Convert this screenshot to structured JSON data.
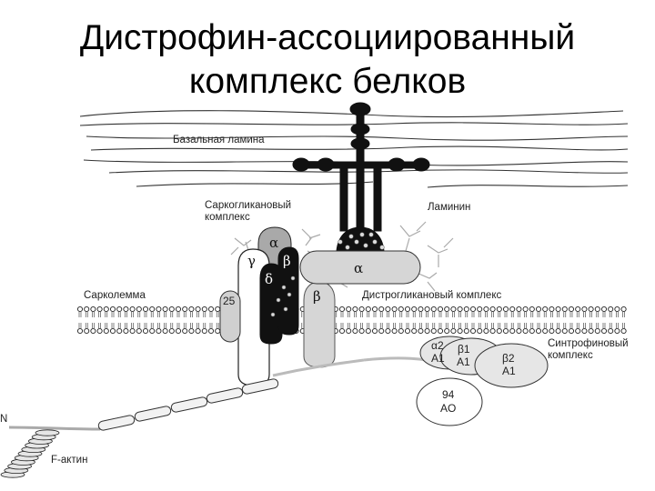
{
  "title": {
    "line1": "Дистрофин-ассоциированный",
    "line2": "комплекс белков"
  },
  "labels": {
    "basal_lamina": "Базальная ламина",
    "sarcoglycan_line1": "Саркогликановый",
    "sarcoglycan_line2": "комплекс",
    "laminin": "Ламинин",
    "sarcolemma": "Сарколемма",
    "dystroglycan_complex": "Дистрогликановый комплекс",
    "syntrophin_line1": "Синтрофиновый",
    "syntrophin_line2": "комплекс",
    "f_actin": "F-актин",
    "n_terminus": "N"
  },
  "proteins": {
    "alpha_dg": "α",
    "beta_dg": "β",
    "sg_alpha": "α",
    "sg_beta": "β",
    "sg_gamma": "γ",
    "sg_delta": "δ",
    "sarcospan": "25",
    "syn_a1_top": "α2",
    "syn_a1_bottom": "A1",
    "syn_b1_top": "β1",
    "syn_b1_bottom": "A1",
    "syn_b2_top": "β2",
    "syn_b2_bottom": "A1",
    "dystrobrevin_top": "94",
    "dystrobrevin_bottom": "AO"
  },
  "colors": {
    "ink": "#111111",
    "membrane": "#2a2a2a",
    "light_gray": "#d6d6d6",
    "mid_gray": "#a9a9a9",
    "dark": "#1a1a1a"
  }
}
